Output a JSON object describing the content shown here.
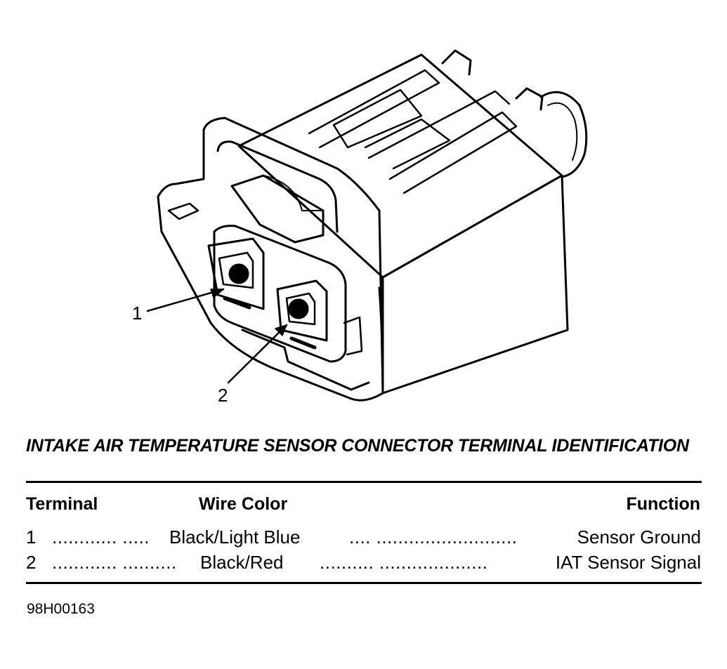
{
  "diagram": {
    "callouts": [
      "1",
      "2"
    ]
  },
  "title": "INTAKE AIR TEMPERATURE SENSOR CONNECTOR TERMINAL IDENTIFICATION",
  "table": {
    "headers": {
      "terminal": "Terminal",
      "wire_color": "Wire Color",
      "function": "Function"
    },
    "rows": [
      {
        "terminal": "1",
        "leader1": "............ .....",
        "wire_color": "Black/Light Blue",
        "leader2": ".... ..........................",
        "function": "Sensor Ground"
      },
      {
        "terminal": "2",
        "leader1": "............ ..........",
        "wire_color": "Black/Red",
        "leader2": ".......... ....................",
        "function": "IAT Sensor Signal"
      }
    ]
  },
  "figure_id": "98H00163"
}
